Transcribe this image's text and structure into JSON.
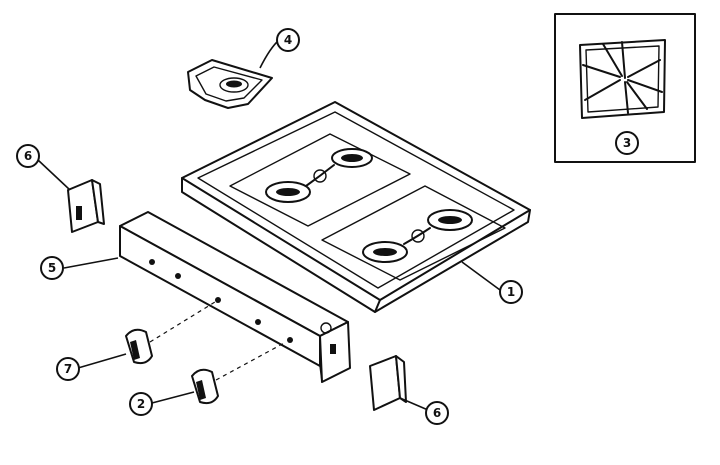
{
  "callouts": {
    "c1": "1",
    "c2": "2",
    "c3": "3",
    "c4": "4",
    "c5": "5",
    "c6a": "6",
    "c6b": "6",
    "c7": "7"
  }
}
